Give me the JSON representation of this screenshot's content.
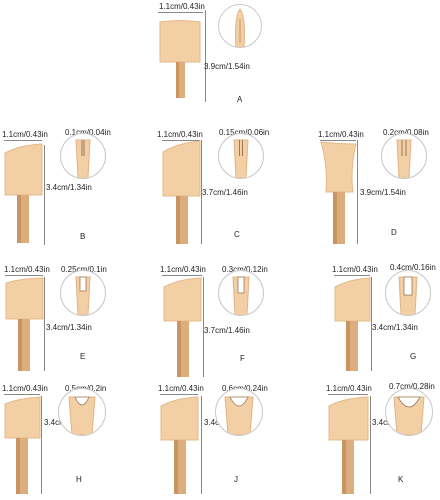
{
  "items": [
    {
      "letter": "A",
      "width": "1.1cm/0.43in",
      "height": "3.9cm/1.54in",
      "tip": ""
    },
    {
      "letter": "B",
      "width": "1.1cm/0.43in",
      "height": "3.4cm/1.34in",
      "tip": "0.1cm/0.04in"
    },
    {
      "letter": "C",
      "width": "1.1cm/0.43in",
      "height": "3.7cm/1.46in",
      "tip": "0.15cm/0.06in"
    },
    {
      "letter": "D",
      "width": "1.1cm/0.43in",
      "height": "3.9cm/1.54in",
      "tip": "0.2cm/0.08in"
    },
    {
      "letter": "E",
      "width": "1.1cm/0.43in",
      "height": "3.4cm/1.34in",
      "tip": "0.25cm/0.1in"
    },
    {
      "letter": "F",
      "width": "1.1cm/0.43in",
      "height": "3.7cm/1.46in",
      "tip": "0.3cm/0.12in"
    },
    {
      "letter": "G",
      "width": "1.1cm/0.43in",
      "height": "3.4cm/1.34in",
      "tip": "0.4cm/0.16in"
    },
    {
      "letter": "H",
      "width": "1.1cm/0.43in",
      "height": "3.4cm/1.34in",
      "tip": "0.5cm/0.2in"
    },
    {
      "letter": "J",
      "width": "1.1cm/0.43in",
      "height": "3.4cm/1.34in",
      "tip": "0.6cm/0.24in"
    },
    {
      "letter": "K",
      "width": "1.1cm/0.43in",
      "height": "3.4cm/1.34in",
      "tip": "0.7cm/0.28in"
    }
  ],
  "colors": {
    "blade": "#f2cfa4",
    "blade_edge": "#e6b98a",
    "shaft": "#dcae7e",
    "shaft_dark": "#c9945f",
    "line": "#888888"
  },
  "icons": {
    "tip": "wood-burning-tip-icon",
    "zoom": "tip-closeup-icon"
  }
}
